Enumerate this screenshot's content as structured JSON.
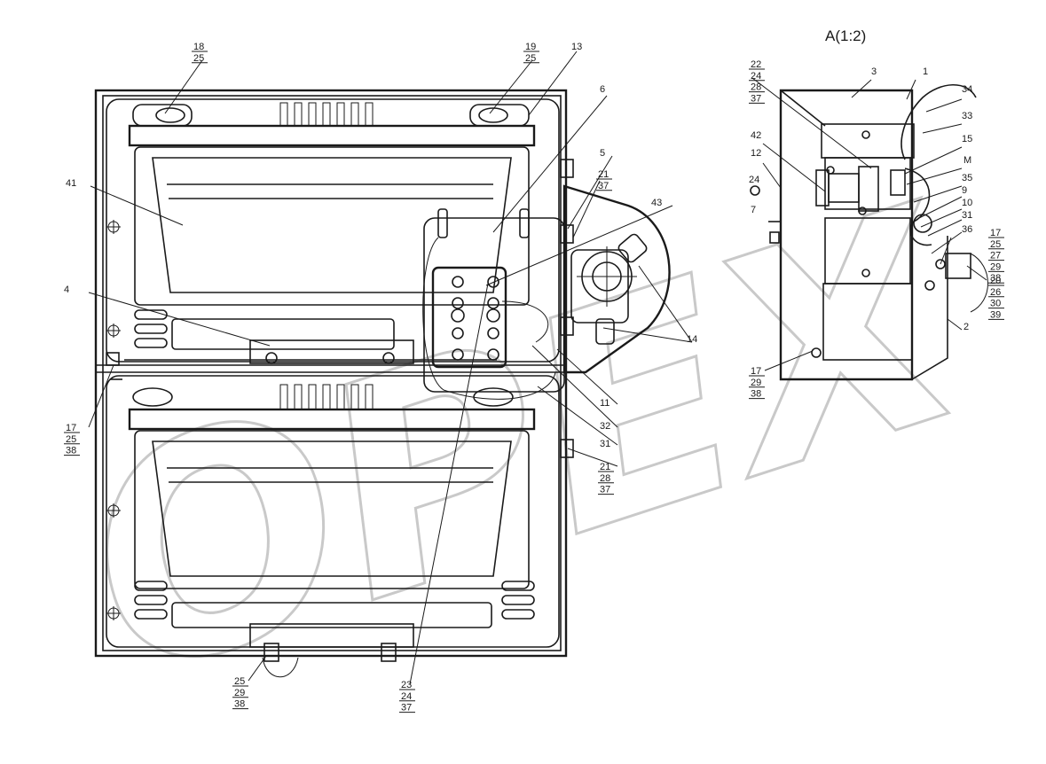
{
  "view_title": "A(1:2)",
  "watermark": "OPEX",
  "callouts": [
    {
      "id": "c18",
      "lines": [
        "18",
        "25"
      ]
    },
    {
      "id": "c19",
      "lines": [
        "19",
        "25"
      ]
    },
    {
      "id": "c13",
      "lines": [
        "13"
      ]
    },
    {
      "id": "c6",
      "lines": [
        "6"
      ]
    },
    {
      "id": "c41",
      "lines": [
        "41"
      ]
    },
    {
      "id": "c5",
      "lines": [
        "5"
      ]
    },
    {
      "id": "c21a",
      "lines": [
        "21",
        "37"
      ]
    },
    {
      "id": "c43",
      "lines": [
        "43"
      ]
    },
    {
      "id": "c4",
      "lines": [
        "4"
      ]
    },
    {
      "id": "c14",
      "lines": [
        "14"
      ]
    },
    {
      "id": "c11",
      "lines": [
        "11"
      ]
    },
    {
      "id": "c32",
      "lines": [
        "32"
      ]
    },
    {
      "id": "c31a",
      "lines": [
        "31"
      ]
    },
    {
      "id": "c21b",
      "lines": [
        "21",
        "28",
        "37"
      ]
    },
    {
      "id": "c17a",
      "lines": [
        "17",
        "25",
        "38"
      ]
    },
    {
      "id": "c25",
      "lines": [
        "25",
        "29",
        "38"
      ]
    },
    {
      "id": "c23",
      "lines": [
        "23",
        "24",
        "37"
      ]
    },
    {
      "id": "c22",
      "lines": [
        "22",
        "24",
        "28",
        "37"
      ]
    },
    {
      "id": "c3",
      "lines": [
        "3"
      ]
    },
    {
      "id": "c1",
      "lines": [
        "1"
      ]
    },
    {
      "id": "c34",
      "lines": [
        "34"
      ]
    },
    {
      "id": "c33",
      "lines": [
        "33"
      ]
    },
    {
      "id": "c42",
      "lines": [
        "42"
      ]
    },
    {
      "id": "c12",
      "lines": [
        "12"
      ]
    },
    {
      "id": "c15",
      "lines": [
        "15"
      ]
    },
    {
      "id": "cM",
      "lines": [
        "M"
      ]
    },
    {
      "id": "c24",
      "lines": [
        "24"
      ]
    },
    {
      "id": "c35",
      "lines": [
        "35"
      ]
    },
    {
      "id": "c9",
      "lines": [
        "9"
      ]
    },
    {
      "id": "c10",
      "lines": [
        "10"
      ]
    },
    {
      "id": "c7",
      "lines": [
        "7"
      ]
    },
    {
      "id": "c31b",
      "lines": [
        "31"
      ]
    },
    {
      "id": "c36",
      "lines": [
        "36"
      ]
    },
    {
      "id": "c17b",
      "lines": [
        "17",
        "25",
        "27",
        "29",
        "38"
      ]
    },
    {
      "id": "c20",
      "lines": [
        "20",
        "26",
        "30",
        "39"
      ]
    },
    {
      "id": "c2",
      "lines": [
        "2"
      ]
    },
    {
      "id": "c17c",
      "lines": [
        "17",
        "29",
        "38"
      ]
    }
  ]
}
